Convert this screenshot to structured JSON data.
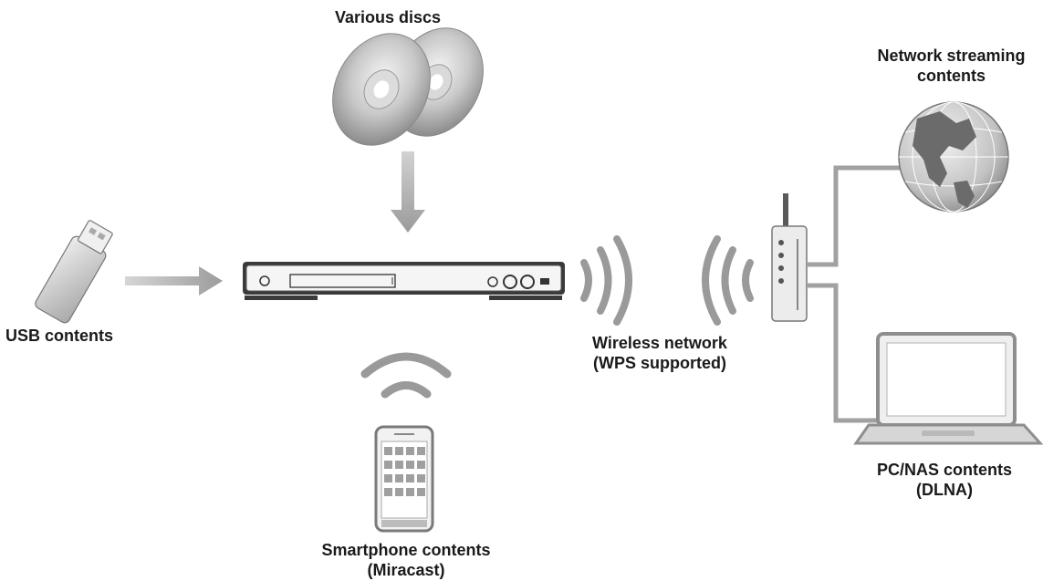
{
  "labels": {
    "discs": "Various discs",
    "network_streaming": [
      "Network streaming",
      "contents"
    ],
    "usb": "USB contents",
    "wireless": [
      "Wireless network",
      "(WPS supported)"
    ],
    "pc_nas": [
      "PC/NAS contents",
      "(DLNA)"
    ],
    "smartphone": [
      "Smartphone contents",
      "(Miracast)"
    ]
  },
  "colors": {
    "arrow": "#a9a9a9",
    "wave": "#9a9a9a",
    "line": "#9e9e9e",
    "device": "#3a3a3a",
    "text": "#1a1a1a"
  },
  "icons": [
    "disc-icon",
    "globe-icon",
    "usb-drive-icon",
    "player-icon",
    "router-icon",
    "laptop-icon",
    "smartphone-icon",
    "wifi-signal-icon"
  ]
}
